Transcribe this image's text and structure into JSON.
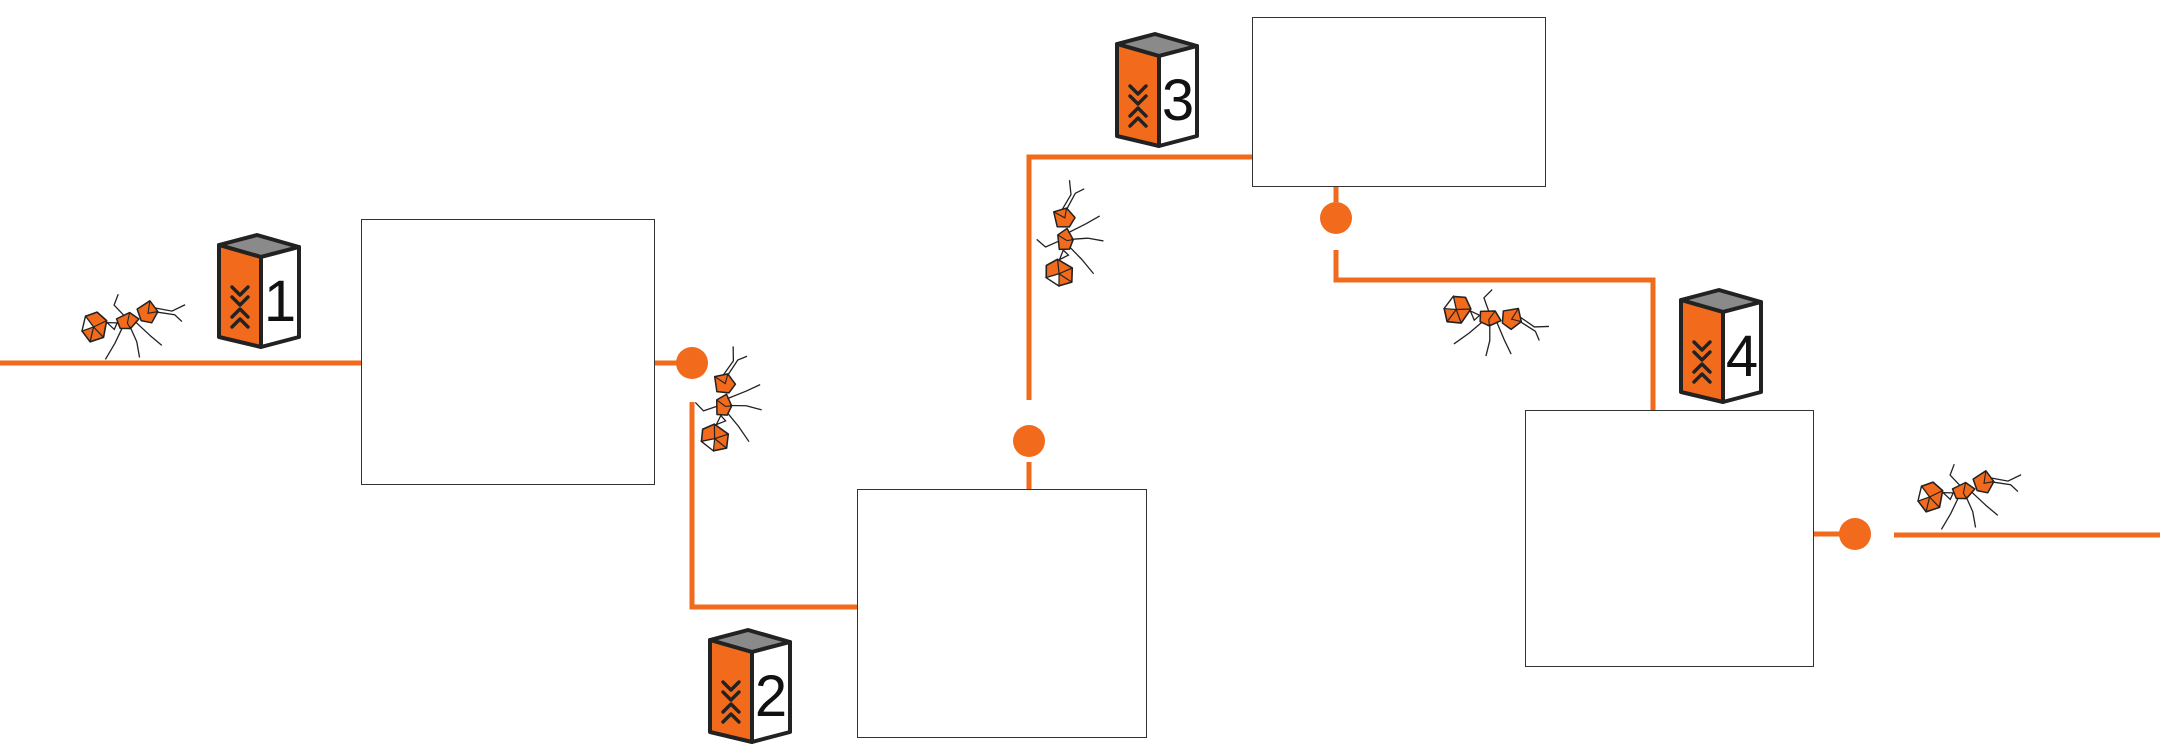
{
  "diagram": {
    "accent_color": "#f26a1b",
    "line_color": "#f26a1b",
    "outline_color": "#222222",
    "cube_top_color": "#8a8a8a",
    "steps": [
      {
        "number": "1",
        "icon": "collapse-arrows-icon"
      },
      {
        "number": "2",
        "icon": "collapse-arrows-icon"
      },
      {
        "number": "3",
        "icon": "collapse-arrows-icon"
      },
      {
        "number": "4",
        "icon": "collapse-arrows-icon"
      }
    ],
    "ant_icon": "ant-icon"
  }
}
